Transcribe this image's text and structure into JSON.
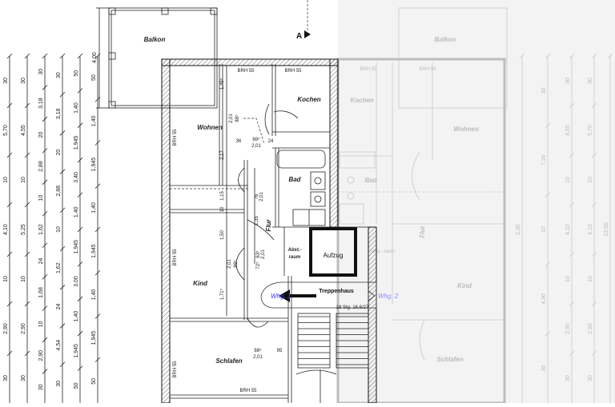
{
  "rooms": {
    "balkon": "Balkon",
    "wohnen": "Wohnen",
    "kochen": "Kochen",
    "bad": "Bad",
    "flur": "Flur",
    "abst_raum": "Abst.-\nraum",
    "aufzug": "Aufzug",
    "kind": "Kind",
    "schlafen": "Schlafen",
    "treppenhaus": "Treppenhaus"
  },
  "apartments": {
    "left": "Whg. 1",
    "right": "Whg. 2"
  },
  "section_mark": "A",
  "stair_note": "18 Stg. 16,6/27",
  "brh": "BRH 55",
  "door_dims": {
    "wohnen_width": "88⁵",
    "wohnen_height": "2,01",
    "flur_width": "2,01",
    "kind_width": "88⁵",
    "kind_height": "2,01",
    "schlafen_width": "88⁵",
    "schlafen_height": "2,01",
    "schlafen_gap": "95",
    "flur_a": "36",
    "flur_b": "24",
    "abst_a": "63⁵",
    "abst_b": "2,01",
    "abst_c": "72⁵"
  },
  "inner_dims": {
    "wohnen_h1": "1,49⁵",
    "wohnen_h2": "2,17",
    "wohnen_h3": "10",
    "wohnen_h4": "1,15",
    "flur_d1": "76",
    "flur_d2": "2,01",
    "flur_d3": "1,35",
    "kind_h1": "1,50",
    "kind_h2": "1,71⁵",
    "balkon_depth": "4,00"
  },
  "dim_columns": [
    [
      "30",
      "5,70",
      "10",
      "4,10",
      "10",
      "2,90",
      "30"
    ],
    [
      "30",
      "4,55",
      "10",
      "5,25",
      "10",
      "2,90",
      "30"
    ],
    [
      "30",
      "3,18",
      "20",
      "2,88",
      "10",
      "1,62",
      "24",
      "1,68",
      "10",
      "2,90",
      "30"
    ],
    [
      "30",
      "3,18",
      "20",
      "2,88",
      "10",
      "1,62",
      "24",
      "4,54",
      "30"
    ],
    [
      "50",
      "1,40",
      "1,945",
      "3,40",
      "1,40",
      "1,945",
      "3,00",
      "1,40",
      "1,945",
      "50"
    ],
    [
      "50",
      "1,40",
      "1,945",
      "1,40",
      "1,945",
      "1,40",
      "1,945",
      "50"
    ]
  ],
  "right_dim_columns": [
    [
      "2,30"
    ],
    [
      "30",
      "7,26",
      "10",
      "4,90",
      "30"
    ],
    [
      "30",
      "4,55",
      "10",
      "4,10",
      "10",
      "2,90",
      "30"
    ],
    [
      "30",
      "5,70",
      "10",
      "4,10",
      "10",
      "2,90",
      "30"
    ],
    [
      "13,50"
    ]
  ],
  "colors": {
    "ink": "#111111",
    "faded": "#bdbdbd",
    "apartment_label": "#3a3aff"
  }
}
